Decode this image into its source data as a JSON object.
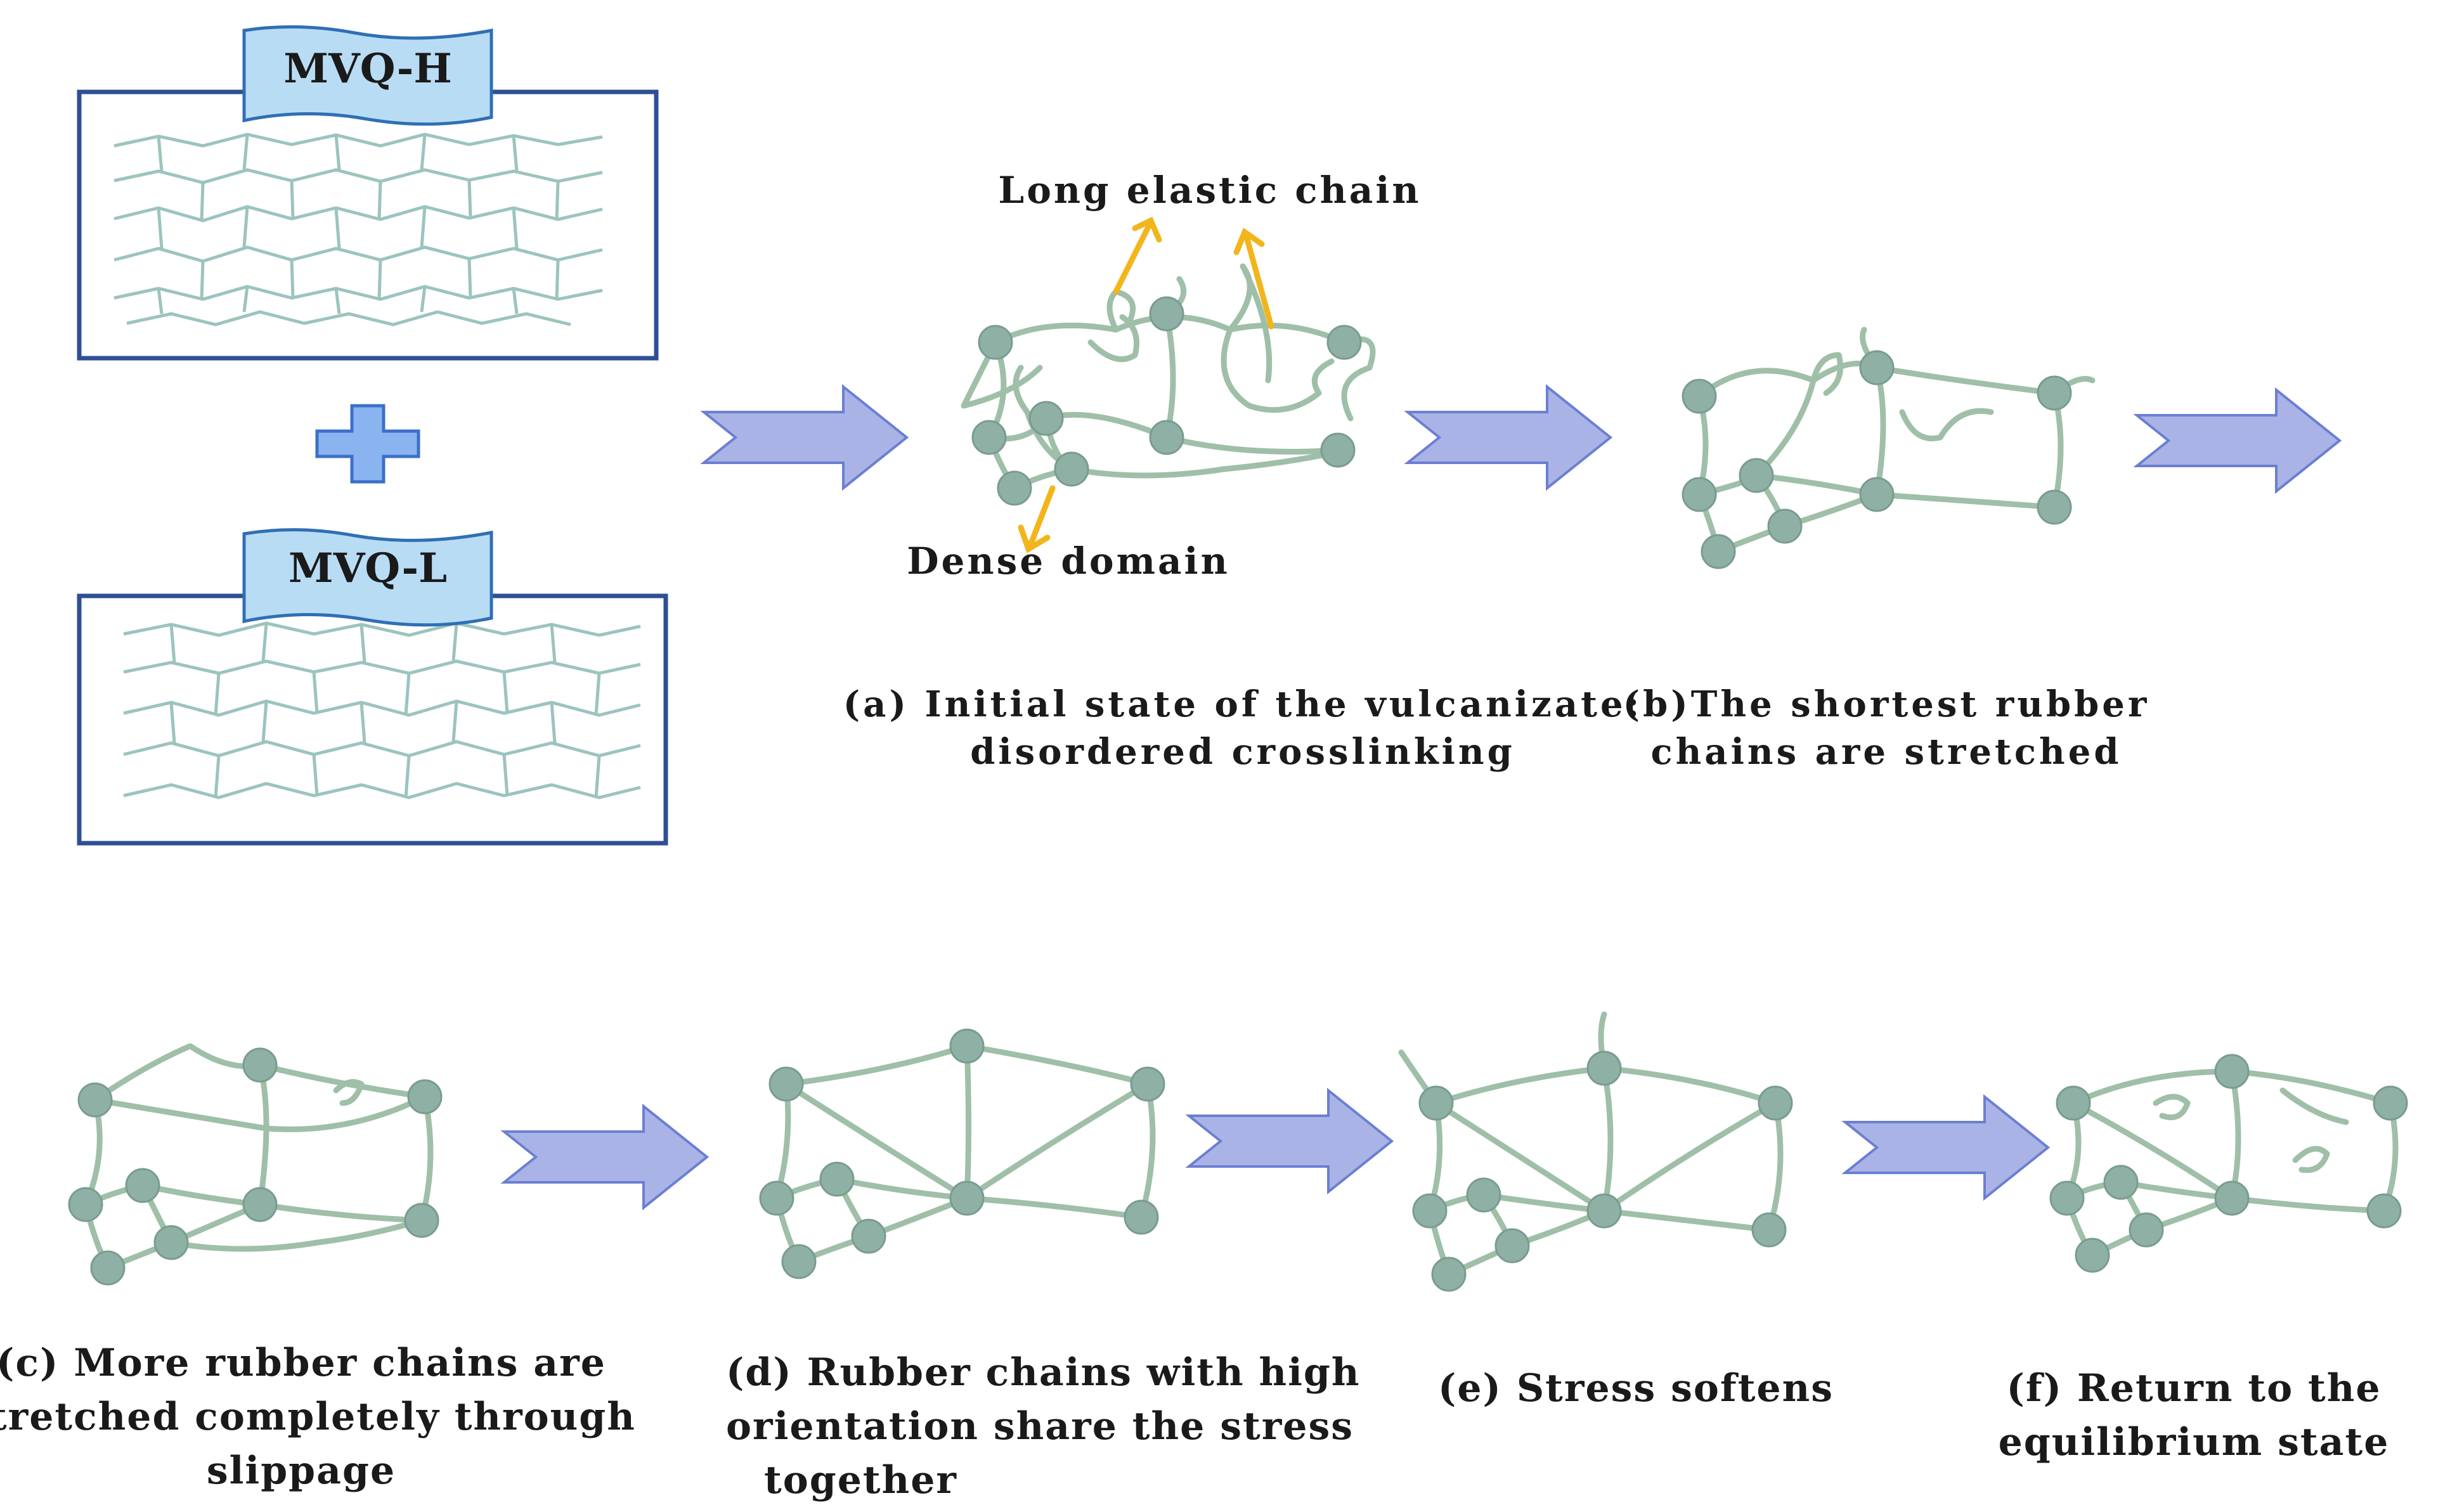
{
  "legend_boxes": {
    "top_label": "MVQ-H",
    "bottom_label": "MVQ-L"
  },
  "annotations": {
    "long_chain": "Long elastic chain",
    "dense_domain": "Dense domain"
  },
  "captions": {
    "a": [
      "(a) Initial state of the vulcanizate:",
      "disordered crosslinking"
    ],
    "b": [
      "(b)The shortest rubber",
      "chains are stretched"
    ],
    "c": [
      "(c) More rubber chains are",
      "stretched completely through",
      "slippage"
    ],
    "d": [
      "(d) Rubber chains with high",
      "orientation share the stress",
      "together"
    ],
    "e": [
      "(e) Stress softens"
    ],
    "f": [
      "(f) Return to the",
      "equilibrium state"
    ]
  },
  "colors": {
    "arrow_fill": "#a9b3e6",
    "arrow_stroke": "#6b7fd1",
    "box_border": "#2f4f94",
    "label_fill": "#b9dcf5",
    "node": "#8fb0a4",
    "chain": "#9fbfa8",
    "annotation_arrow": "#f2b51b"
  }
}
